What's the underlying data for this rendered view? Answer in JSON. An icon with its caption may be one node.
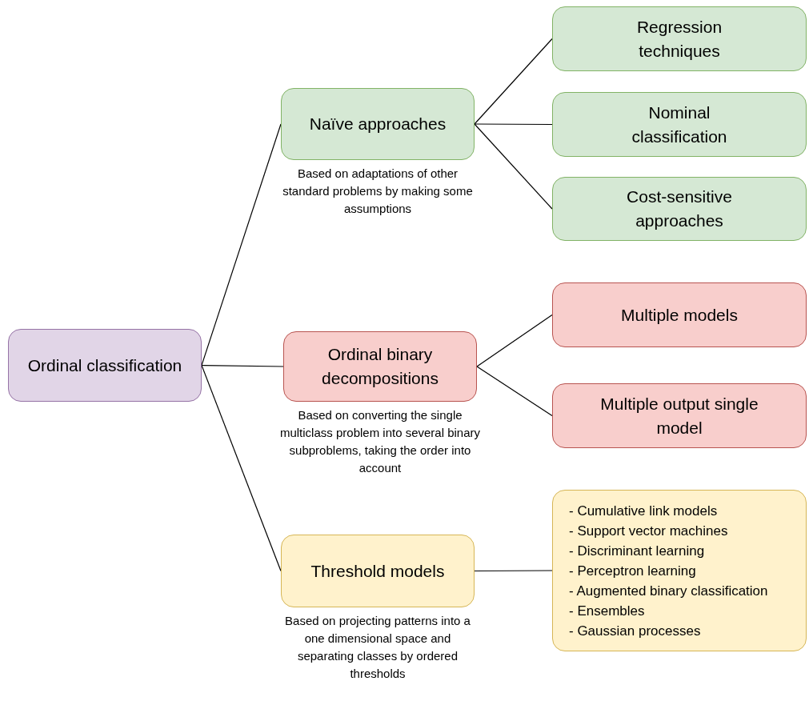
{
  "diagram": {
    "nodes": [
      {
        "text": [
          "Ordinal classification"
        ]
      },
      {
        "text": [
          "Naïve approaches"
        ],
        "beside": [
          "Based on adaptations of other standard problems by making some assumptions"
        ]
      },
      {
        "text": [
          "Regression techniques"
        ]
      },
      {
        "text": [
          "Nominal classification"
        ]
      },
      {
        "text": [
          "Cost-sensitive approaches"
        ]
      },
      {
        "text": [
          "Ordinal binary decompositions"
        ],
        "beside": [
          "Based on converting the single multiclass problem into several binary subproblems, taking the order into account"
        ]
      },
      {
        "text": [
          "Multiple models"
        ]
      },
      {
        "text": [
          "Multiple output single model"
        ]
      },
      {
        "text": [
          "Threshold models"
        ],
        "beside": [
          "Based on projecting patterns into a one dimensional space and separating classes by ordered thresholds"
        ]
      },
      {
        "text": [
          "- Cumulative link models",
          "- Support vector machines",
          "- Discriminant learning",
          "- Perceptron learning",
          "- Augmented binary classification",
          "- Ensembles",
          "- Gaussian processes"
        ]
      }
    ],
    "edges": [
      {
        "from": 0,
        "to": 1,
        "arrow": "none"
      },
      {
        "from": 0,
        "to": 5,
        "arrow": "none"
      },
      {
        "from": 0,
        "to": 8,
        "arrow": "none"
      },
      {
        "from": 1,
        "to": 2,
        "arrow": "none"
      },
      {
        "from": 1,
        "to": 3,
        "arrow": "none"
      },
      {
        "from": 1,
        "to": 4,
        "arrow": "none"
      },
      {
        "from": 5,
        "to": 6,
        "arrow": "none"
      },
      {
        "from": 5,
        "to": 7,
        "arrow": "none"
      },
      {
        "from": 8,
        "to": 9,
        "arrow": "none"
      }
    ]
  }
}
